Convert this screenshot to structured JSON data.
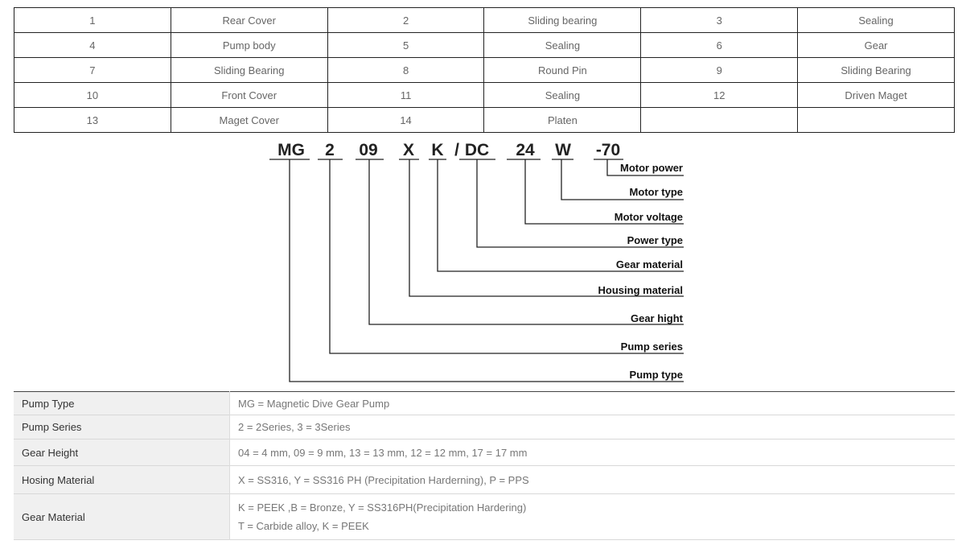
{
  "parts": [
    [
      {
        "no": "1",
        "name": "Rear Cover"
      },
      {
        "no": "2",
        "name": "Sliding bearing"
      },
      {
        "no": "3",
        "name": "Sealing"
      }
    ],
    [
      {
        "no": "4",
        "name": "Pump body"
      },
      {
        "no": "5",
        "name": "Sealing"
      },
      {
        "no": "6",
        "name": "Gear"
      }
    ],
    [
      {
        "no": "7",
        "name": "Sliding Bearing"
      },
      {
        "no": "8",
        "name": "Round Pin"
      },
      {
        "no": "9",
        "name": "Sliding Bearing"
      }
    ],
    [
      {
        "no": "10",
        "name": "Front Cover"
      },
      {
        "no": "11",
        "name": "Sealing"
      },
      {
        "no": "12",
        "name": "Driven Maget"
      }
    ],
    [
      {
        "no": "13",
        "name": "Maget Cover"
      },
      {
        "no": "14",
        "name": "Platen"
      },
      {
        "no": "",
        "name": ""
      }
    ]
  ],
  "model_code": {
    "segments": [
      "MG",
      "2",
      "09",
      "X",
      "K",
      "/",
      "DC",
      "24",
      "W",
      "-70"
    ],
    "labels": [
      "Motor power",
      "Motor type",
      "Motor voltage",
      "Power type",
      "Gear material",
      "Housing material",
      "Gear hight",
      "Pump series",
      "Pump type"
    ]
  },
  "spec": [
    {
      "key": "Pump Type",
      "values": [
        "MG = Magnetic Dive Gear Pump"
      ]
    },
    {
      "key": "Pump Series",
      "values": [
        "2 = 2Series, 3 = 3Series"
      ]
    },
    {
      "key": "Gear Height",
      "values": [
        "04 = 4 mm, 09 = 9 mm, 13 = 13 mm, 12 = 12 mm, 17 = 17 mm"
      ]
    },
    {
      "key": "Hosing Material",
      "values": [
        "X = SS316, Y = SS316 PH (Precipitation Harderning), P = PPS"
      ]
    },
    {
      "key": "Gear Material",
      "values": [
        "K = PEEK ,B = Bronze, Y = SS316PH(Precipitation Hardering)",
        "T = Carbide alloy, K = PEEK"
      ]
    }
  ]
}
